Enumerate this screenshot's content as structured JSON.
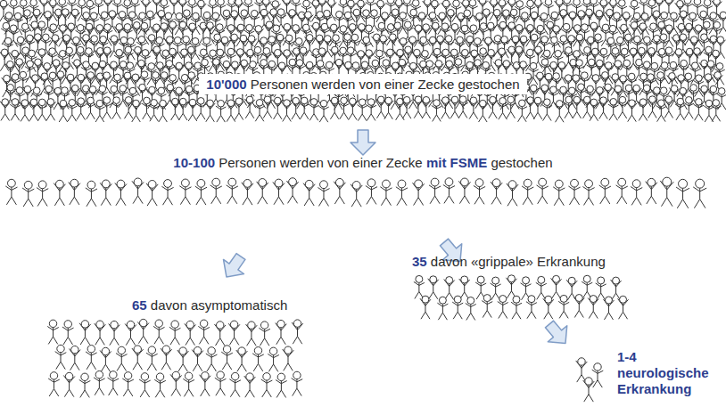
{
  "diagram": {
    "labels": [
      "10'000",
      "Personen werden von einer Zecke gestochen",
      "10-100",
      "Personen werden von einer Zecke",
      "mit FSME",
      "gestochen",
      "65",
      "davon asymptomatisch",
      "35",
      "davon «grippale» Erkrankung",
      "1-4 neurologische Erkrankung"
    ]
  }
}
